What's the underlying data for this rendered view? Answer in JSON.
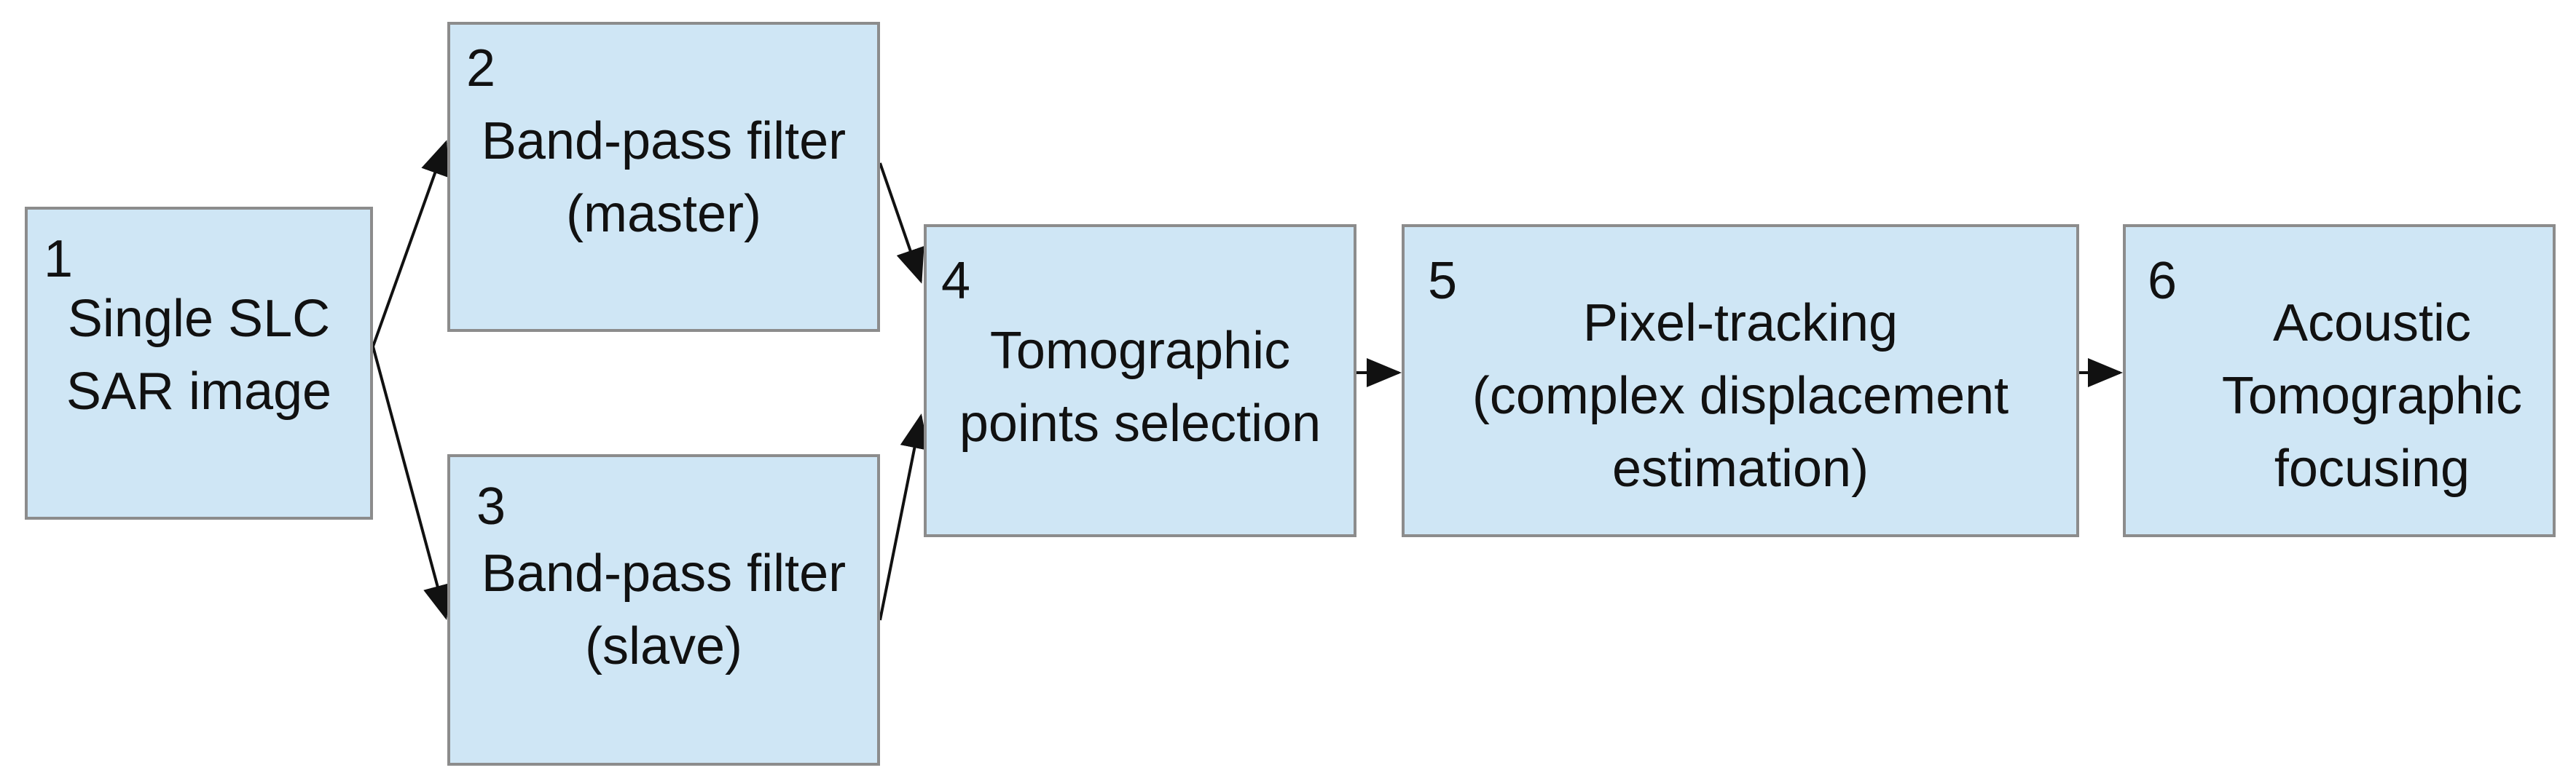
{
  "diagram": {
    "boxes": [
      {
        "number": "1",
        "lines": [
          "Single SLC",
          "SAR image"
        ]
      },
      {
        "number": "2",
        "lines": [
          "Band-pass filter",
          "(master)"
        ]
      },
      {
        "number": "3",
        "lines": [
          "Band-pass filter",
          "(slave)"
        ]
      },
      {
        "number": "4",
        "lines": [
          "Tomographic",
          "points selection"
        ]
      },
      {
        "number": "5",
        "lines": [
          "Pixel-tracking",
          "(complex displacement",
          "estimation)"
        ]
      },
      {
        "number": "6",
        "lines": [
          "Acoustic",
          "Tomographic",
          "focusing"
        ]
      }
    ],
    "edges": [
      {
        "from": "1",
        "to": "2"
      },
      {
        "from": "1",
        "to": "3"
      },
      {
        "from": "2",
        "to": "4"
      },
      {
        "from": "3",
        "to": "4"
      },
      {
        "from": "4",
        "to": "5"
      },
      {
        "from": "5",
        "to": "6"
      }
    ],
    "colors": {
      "box_fill": "#cfe6f5",
      "box_border": "#8c8c8c",
      "arrow": "#111111",
      "text": "#111111"
    }
  }
}
